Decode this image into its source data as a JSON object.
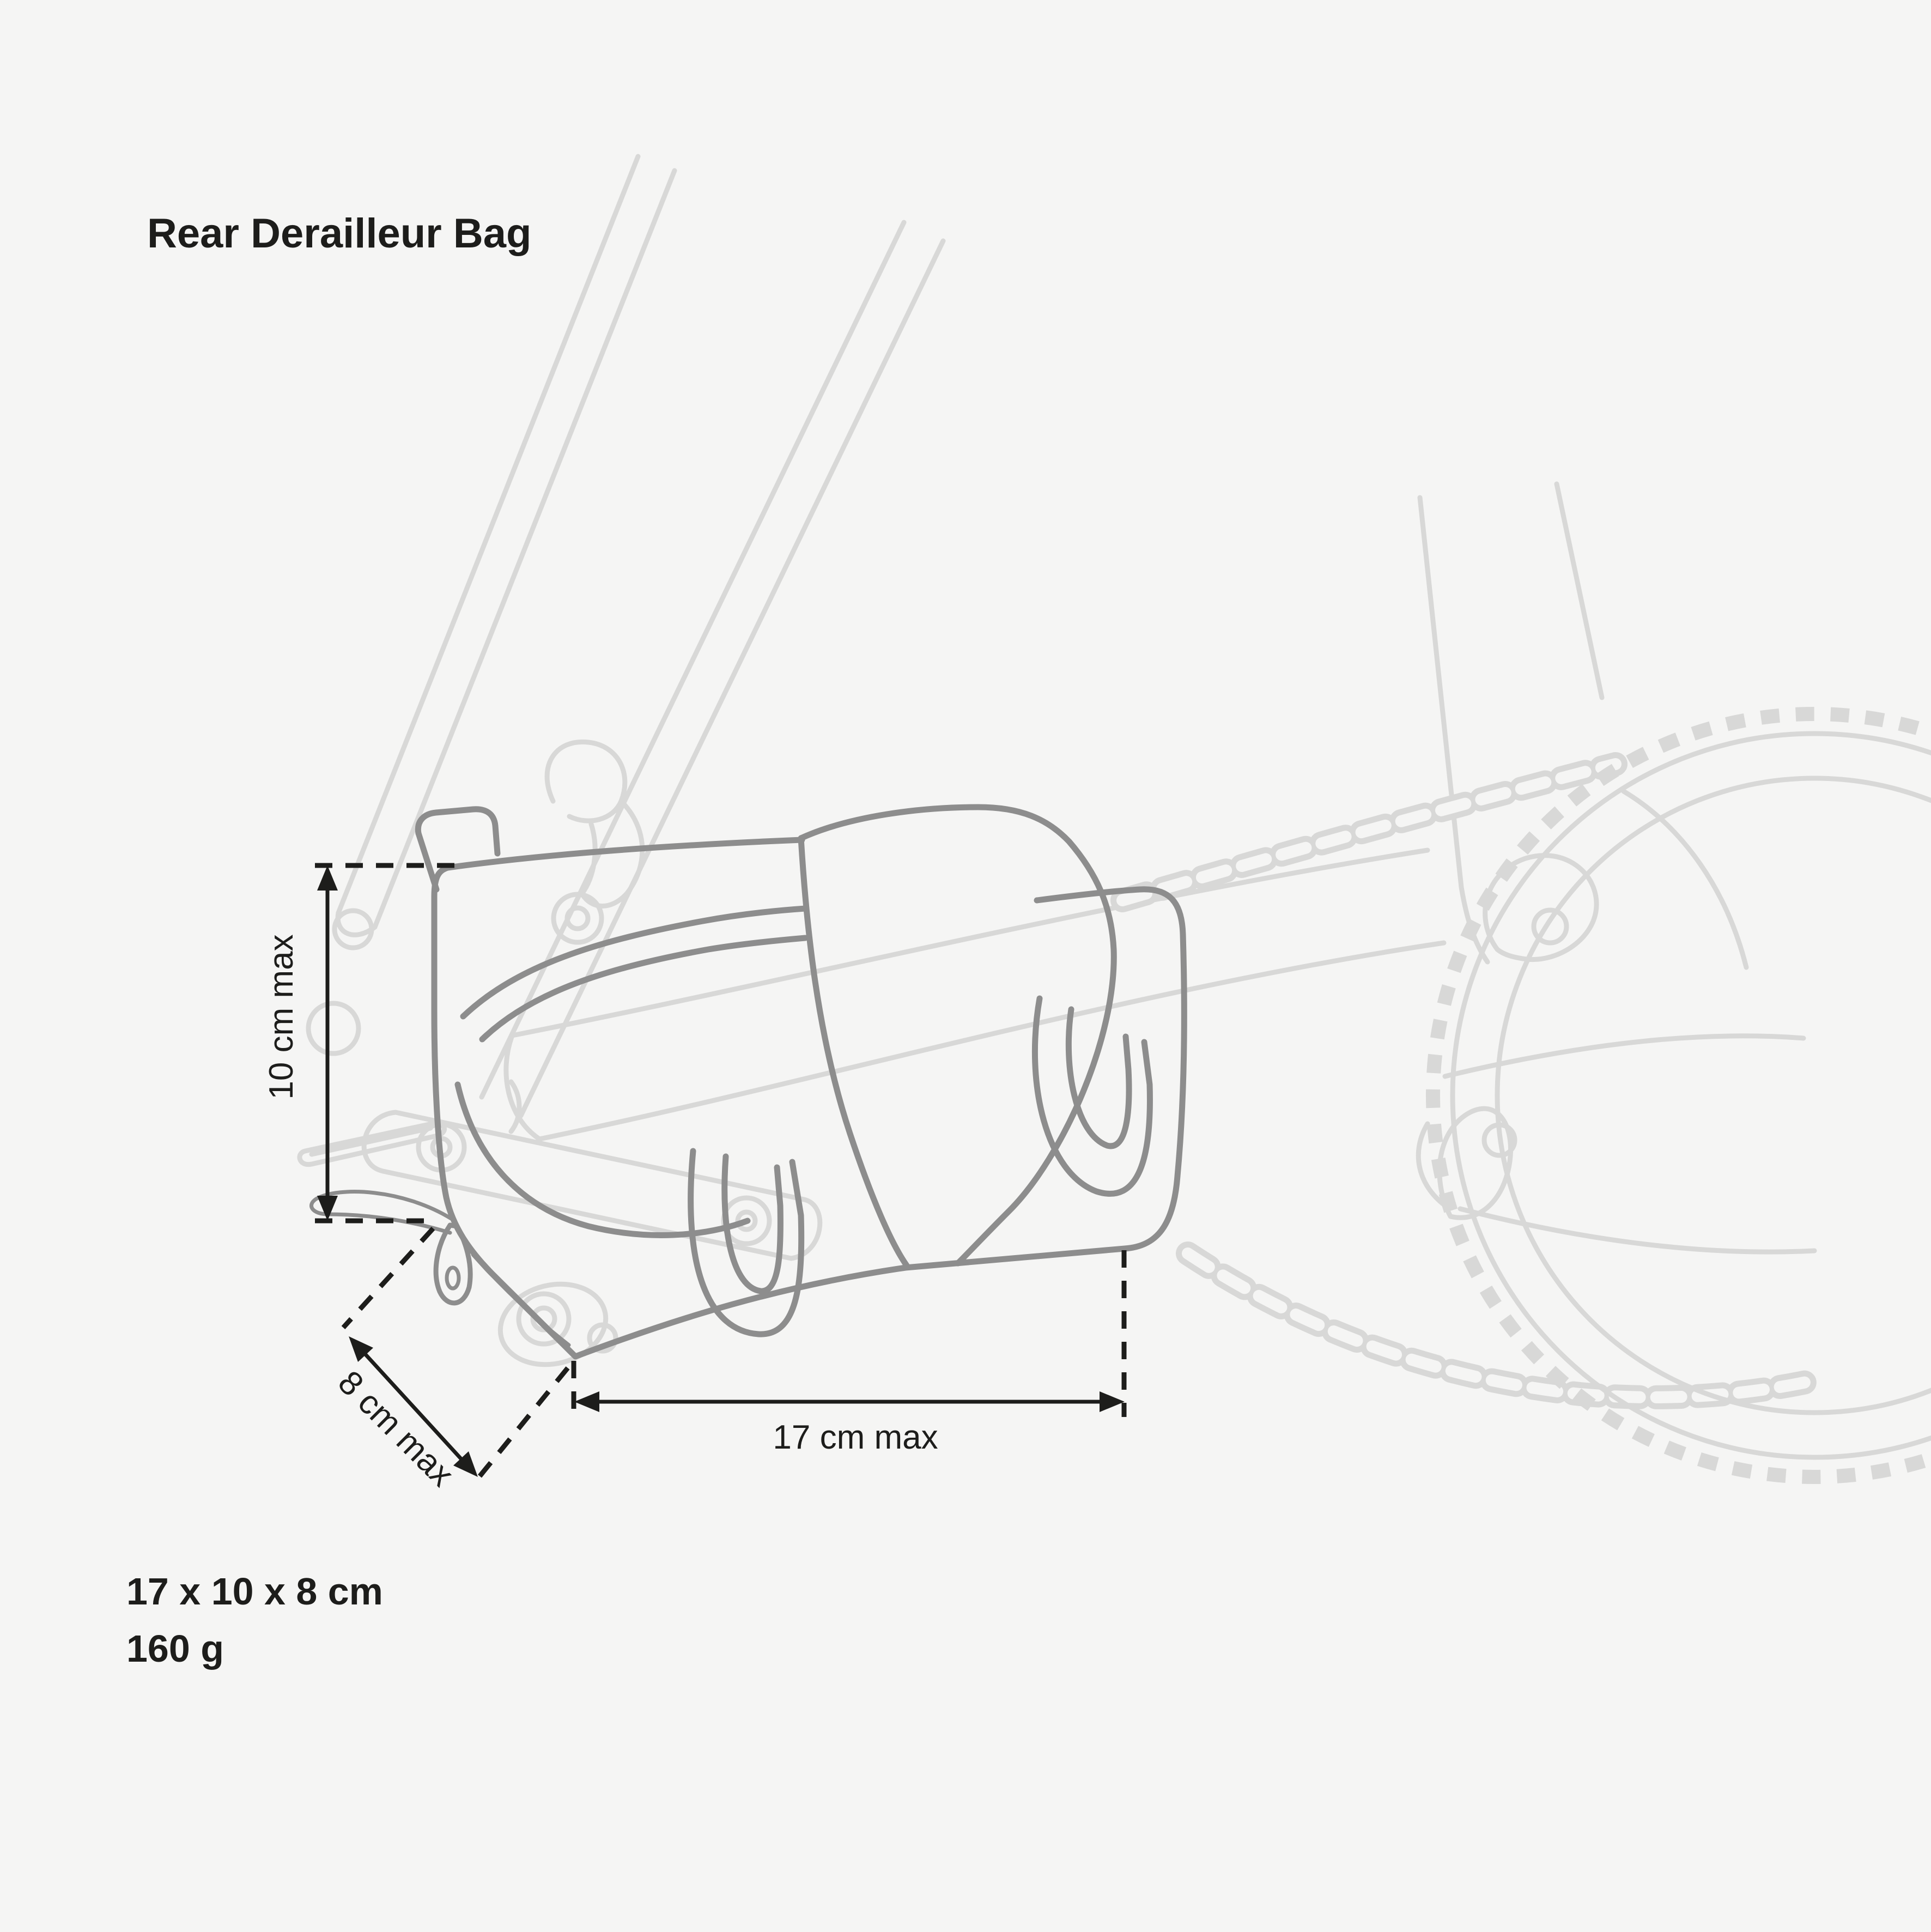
{
  "title": "Rear Derailleur Bag",
  "specs": {
    "dimensions": "17 x 10 x 8 cm",
    "weight": "160 g"
  },
  "dimension_labels": {
    "height": "10 cm max",
    "depth": "8 cm max",
    "length": "17 cm max"
  },
  "illustration": {
    "subject": "rear derailleur protection bag strapped over a bike rear derailleur and chainstay",
    "style": "line-art"
  },
  "colors": {
    "bg": "#f5f5f4",
    "frame": "#d8d8d7",
    "bag": "#8d8d8d",
    "ink": "#1d1d1b"
  }
}
